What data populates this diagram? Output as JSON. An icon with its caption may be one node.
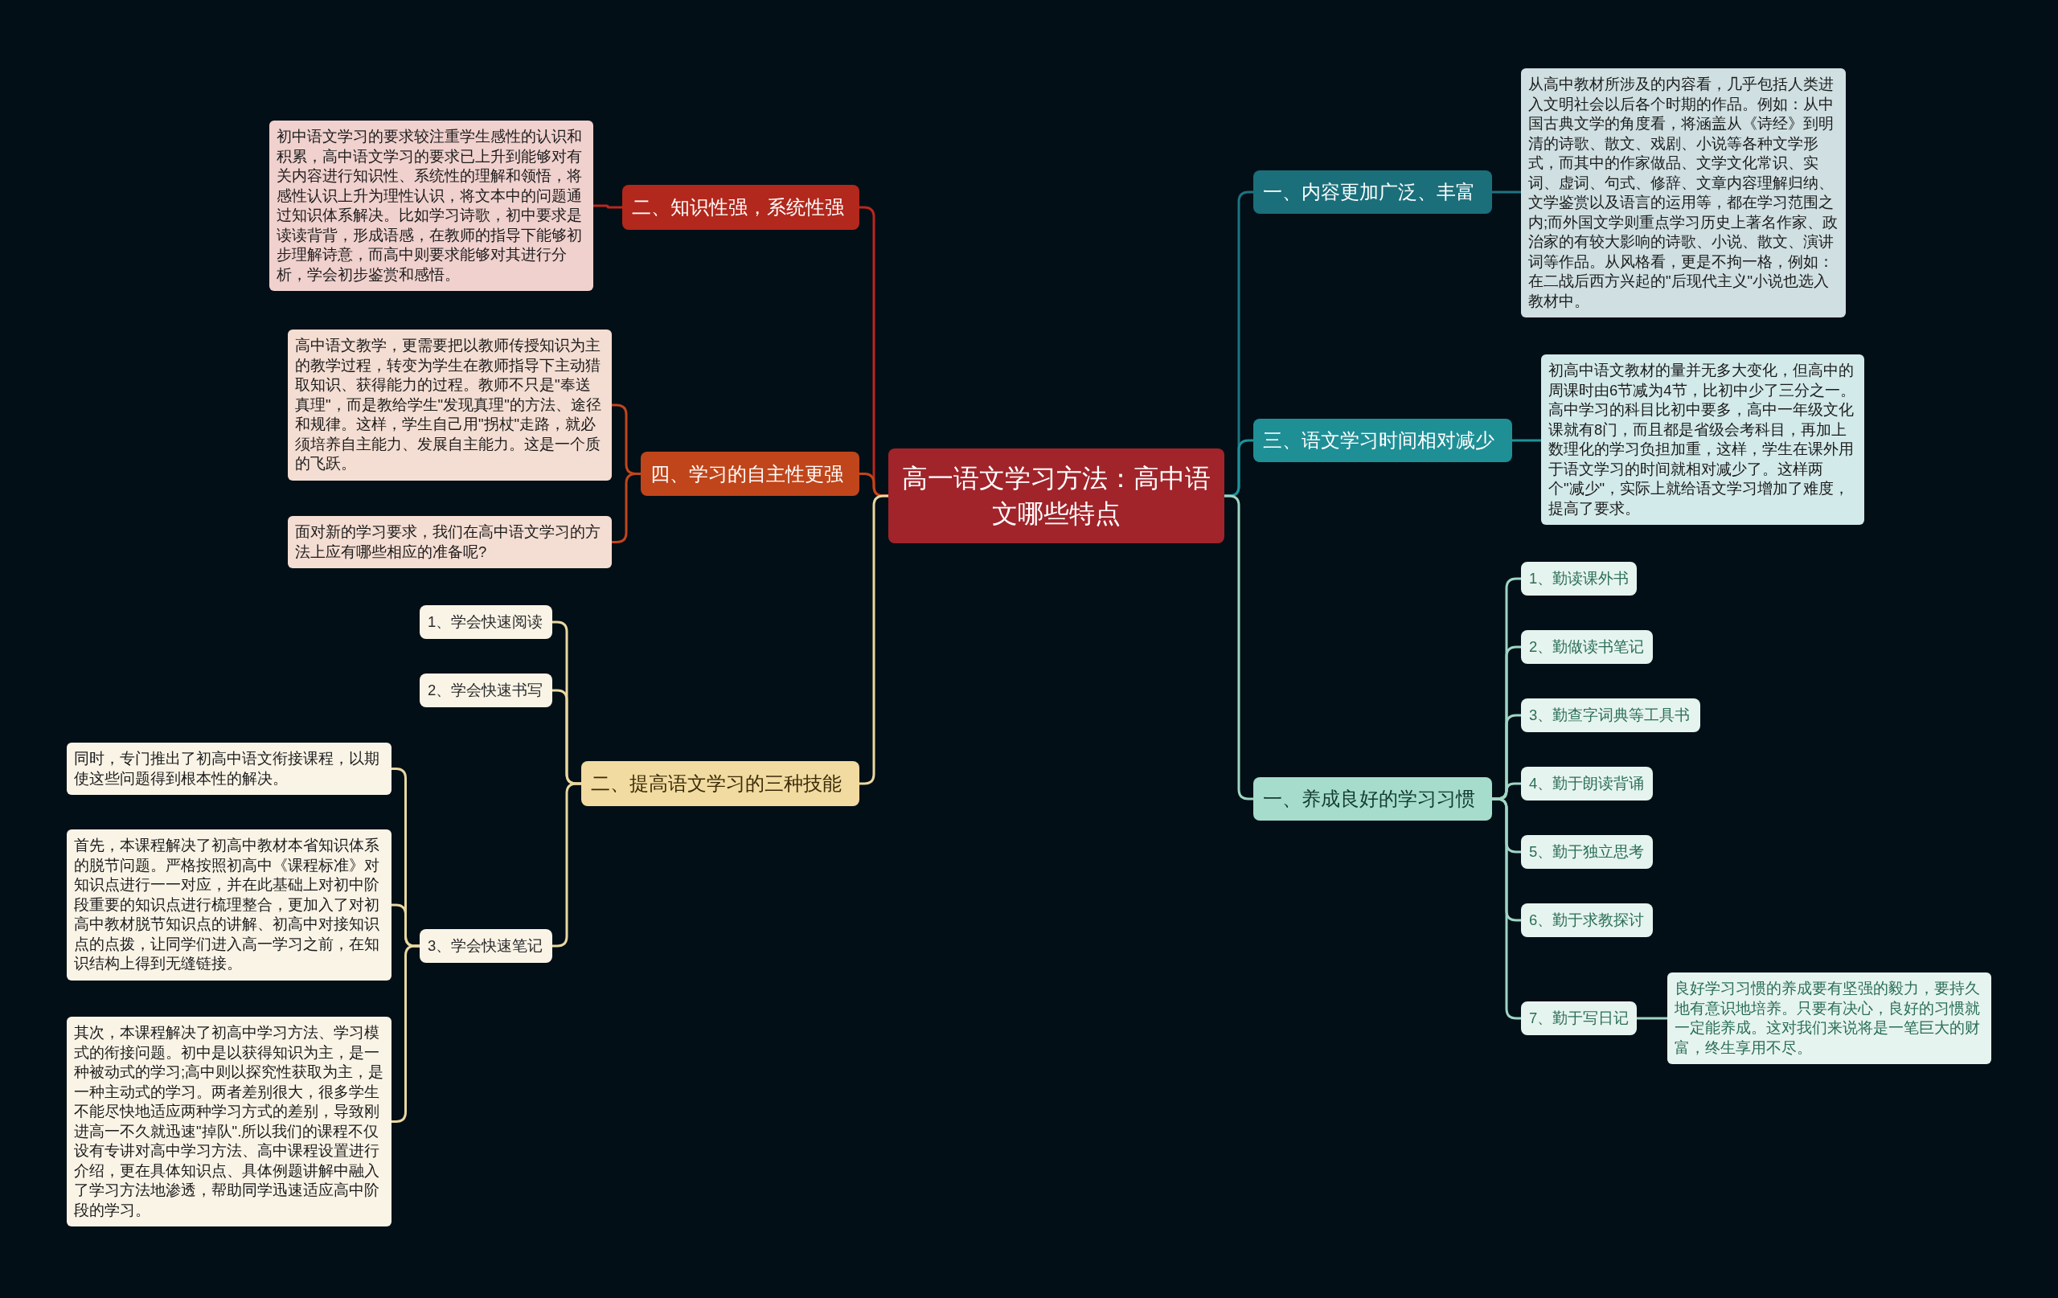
{
  "diagram": {
    "nodes": [
      {
        "text": [
          "高一语文学习方法：高中语文哪些特点"
        ]
      },
      {
        "text": [
          "一、内容更加广泛、丰富"
        ]
      },
      {
        "text": [
          "从高中教材所涉及的内容看，几乎包括人类进入文明社会以后各个时期的作品。例如：从中国古典文学的角度看，将涵盖从《诗经》到明清的诗歌、散文、戏剧、小说等各种文学形式，而其中的作家做品、文学文化常识、实词、虚词、句式、修辞、文章内容理解归纳、文学鉴赏以及语言的运用等，都在学习范围之内;而外国文学则重点学习历史上著名作家、政治家的有较大影响的诗歌、小说、散文、演讲词等作品。从风格看，更是不拘一格，例如：在二战后西方兴起的\"后现代主义\"小说也选入教材中。"
        ]
      },
      {
        "text": [
          "三、语文学习时间相对减少"
        ]
      },
      {
        "text": [
          "初高中语文教材的量并无多大变化，但高中的周课时由6节减为4节，比初中少了三分之一。高中学习的科目比初中要多，高中一年级文化课就有8门，而且都是省级会考科目，再加上数理化的学习负担加重，这样，学生在课外用于语文学习的时间就相对减少了。这样两个\"减少\"，实际上就给语文学习增加了难度，提高了要求。"
        ]
      },
      {
        "text": [
          "一、养成良好的学习习惯"
        ]
      },
      {
        "text": [
          "1、勤读课外书"
        ]
      },
      {
        "text": [
          "2、勤做读书笔记"
        ]
      },
      {
        "text": [
          "3、勤查字词典等工具书"
        ]
      },
      {
        "text": [
          "4、勤于朗读背诵"
        ]
      },
      {
        "text": [
          "5、勤于独立思考"
        ]
      },
      {
        "text": [
          "6、勤于求教探讨"
        ]
      },
      {
        "text": [
          "7、勤于写日记"
        ]
      },
      {
        "text": [
          "良好学习习惯的养成要有坚强的毅力，要持久地有意识地培养。只要有决心，良好的习惯就一定能养成。这对我们来说将是一笔巨大的财富，终生享用不尽。"
        ]
      },
      {
        "text": [
          "二、知识性强，系统性强"
        ]
      },
      {
        "text": [
          "初中语文学习的要求较注重学生感性的认识和积累，高中语文学习的要求已上升到能够对有关内容进行知识性、系统性的理解和领悟，将感性认识上升为理性认识，将文本中的问题通过知识体系解决。比如学习诗歌，初中要求是读读背背，形成语感，在教师的指导下能够初步理解诗意，而高中则要求能够对其进行分析，学会初步鉴赏和感悟。"
        ]
      },
      {
        "text": [
          "四、学习的自主性更强"
        ]
      },
      {
        "text": [
          "高中语文教学，更需要把以教师传授知识为主的教学过程，转变为学生在教师指导下主动猎取知识、获得能力的过程。教师不只是\"奉送真理\"，而是教给学生\"发现真理\"的方法、途径和规律。这样，学生自己用\"拐杖\"走路，就必须培养自主能力、发展自主能力。这是一个质的飞跃。"
        ]
      },
      {
        "text": [
          "面对新的学习要求，我们在高中语文学习的方法上应有哪些相应的准备呢?"
        ]
      },
      {
        "text": [
          "二、提高语文学习的三种技能"
        ]
      },
      {
        "text": [
          "1、学会快速阅读"
        ]
      },
      {
        "text": [
          "2、学会快速书写"
        ]
      },
      {
        "text": [
          "3、学会快速笔记"
        ]
      },
      {
        "text": [
          "同时，专门推出了初高中语文衔接课程，以期使这些问题得到根本性的解决。"
        ]
      },
      {
        "text": [
          "首先，本课程解决了初高中教材本省知识体系的脱节问题。严格按照初高中《课程标准》对知识点进行一一对应，并在此基础上对初中阶段重要的知识点进行梳理整合，更加入了对初高中教材脱节知识点的讲解、初高中对接知识点的点拨，让同学们进入高一学习之前，在知识结构上得到无缝链接。"
        ]
      },
      {
        "text": [
          "其次，本课程解决了初高中学习方法、学习模式的衔接问题。初中是以获得知识为主，是一种被动式的学习;高中则以探究性获取为主，是一种主动式的学习。两者差别很大，很多学生不能尽快地适应两种学习方式的差别，导致刚进高一不久就迅速\"掉队\".所以我们的课程不仅设有专讲对高中学习方法、高中课程设置进行介绍，更在具体知识点、具体例题讲解中融入了学习方法地渗透，帮助同学迅速适应高中阶段的学习。"
        ]
      }
    ],
    "edges": [
      {
        "from": 0,
        "to": 1,
        "arrow": "none",
        "color": "#1d7480"
      },
      {
        "from": 1,
        "to": 2,
        "arrow": "none",
        "color": "#1d7480"
      },
      {
        "from": 0,
        "to": 3,
        "arrow": "none",
        "color": "#1f9198"
      },
      {
        "from": 3,
        "to": 4,
        "arrow": "none",
        "color": "#1f9198"
      },
      {
        "from": 0,
        "to": 5,
        "arrow": "none",
        "color": "#9fd6c4"
      },
      {
        "from": 5,
        "to": 6,
        "arrow": "none",
        "color": "#9fd6c4"
      },
      {
        "from": 5,
        "to": 7,
        "arrow": "none",
        "color": "#9fd6c4"
      },
      {
        "from": 5,
        "to": 8,
        "arrow": "none",
        "color": "#9fd6c4"
      },
      {
        "from": 5,
        "to": 9,
        "arrow": "none",
        "color": "#9fd6c4"
      },
      {
        "from": 5,
        "to": 10,
        "arrow": "none",
        "color": "#9fd6c4"
      },
      {
        "from": 5,
        "to": 11,
        "arrow": "none",
        "color": "#9fd6c4"
      },
      {
        "from": 5,
        "to": 12,
        "arrow": "none",
        "color": "#9fd6c4"
      },
      {
        "from": 12,
        "to": 13,
        "arrow": "none",
        "color": "#9fd6c4"
      },
      {
        "from": 0,
        "to": 14,
        "arrow": "none",
        "color": "#b8281d"
      },
      {
        "from": 14,
        "to": 15,
        "arrow": "none",
        "color": "#b8281d"
      },
      {
        "from": 0,
        "to": 16,
        "arrow": "none",
        "color": "#c2451b"
      },
      {
        "from": 16,
        "to": 17,
        "arrow": "none",
        "color": "#c2451b"
      },
      {
        "from": 16,
        "to": 18,
        "arrow": "none",
        "color": "#c2451b"
      },
      {
        "from": 0,
        "to": 19,
        "arrow": "none",
        "color": "#ead8a0"
      },
      {
        "from": 19,
        "to": 20,
        "arrow": "none",
        "color": "#ead8a0"
      },
      {
        "from": 19,
        "to": 21,
        "arrow": "none",
        "color": "#ead8a0"
      },
      {
        "from": 19,
        "to": 22,
        "arrow": "none",
        "color": "#ead8a0"
      },
      {
        "from": 22,
        "to": 23,
        "arrow": "none",
        "color": "#ead8a0"
      },
      {
        "from": 22,
        "to": 24,
        "arrow": "none",
        "color": "#ead8a0"
      },
      {
        "from": 22,
        "to": 25,
        "arrow": "none",
        "color": "#ead8a0"
      }
    ]
  }
}
